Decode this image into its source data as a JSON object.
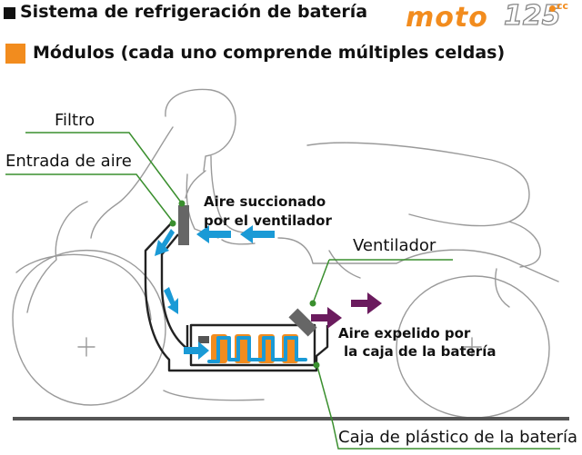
{
  "title": "Sistema de refrigeración de batería",
  "legend": {
    "label": "Módulos (cada uno comprende múltiples celdas)"
  },
  "logo": {
    "moto": "moto",
    "num": "125",
    "cc": "cc"
  },
  "labels": {
    "filtro": "Filtro",
    "entrada": "Entrada de aire",
    "succionado_1": "Aire succionado",
    "succionado_2": "por el ventilador",
    "ventilador": "Ventilador",
    "expelido_1": "Aire expelido por",
    "expelido_2": "la caja de la batería",
    "caja": "Caja de plástico de la batería"
  },
  "colors": {
    "module": "#f28c1e",
    "air_in": "#1a9ad6",
    "air_out": "#6b1b5e",
    "leader": "#3a8f2e",
    "outline": "#9a9a9a",
    "duct": "#222222",
    "filter": "#666666",
    "logo_orange": "#f28c1e"
  },
  "icons": {
    "intake_arrows": "arrow-left-icon",
    "duct_arrows": "arrow-down-icon",
    "exhaust_arrows": "arrow-right-icon"
  }
}
